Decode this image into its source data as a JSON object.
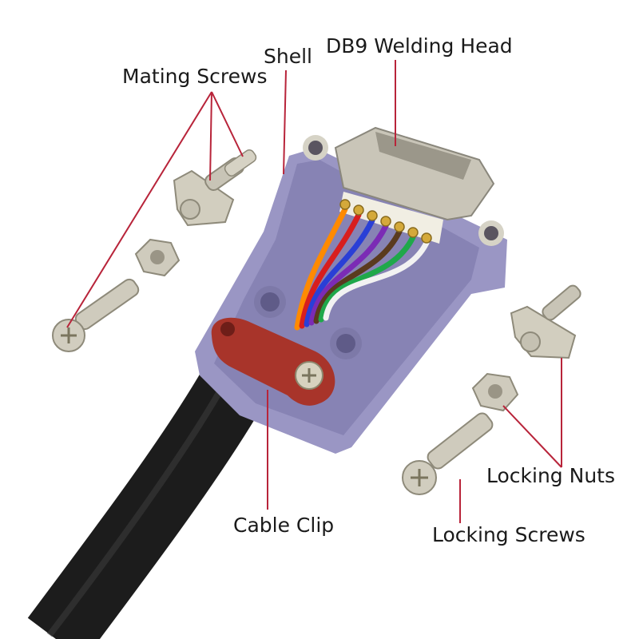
{
  "labels": {
    "mating_screws": "Mating Screws",
    "shell": "Shell",
    "welding_head": "DB9 Welding Head",
    "cable_clip": "Cable Clip",
    "locking_nuts": "Locking Nuts",
    "locking_screws": "Locking Screws"
  },
  "colors": {
    "leader_line": "#b8243a",
    "shell": "#9a96c4",
    "cable_clip": "#a8342a",
    "cable": "#1c1c1c",
    "metal": "#c9c5b8"
  },
  "wire_colors": [
    "#ff8a00",
    "#d81e1e",
    "#2a3fd6",
    "#7b2bb5",
    "#5a3a1e",
    "#1fa84a",
    "#f2f2f2"
  ]
}
